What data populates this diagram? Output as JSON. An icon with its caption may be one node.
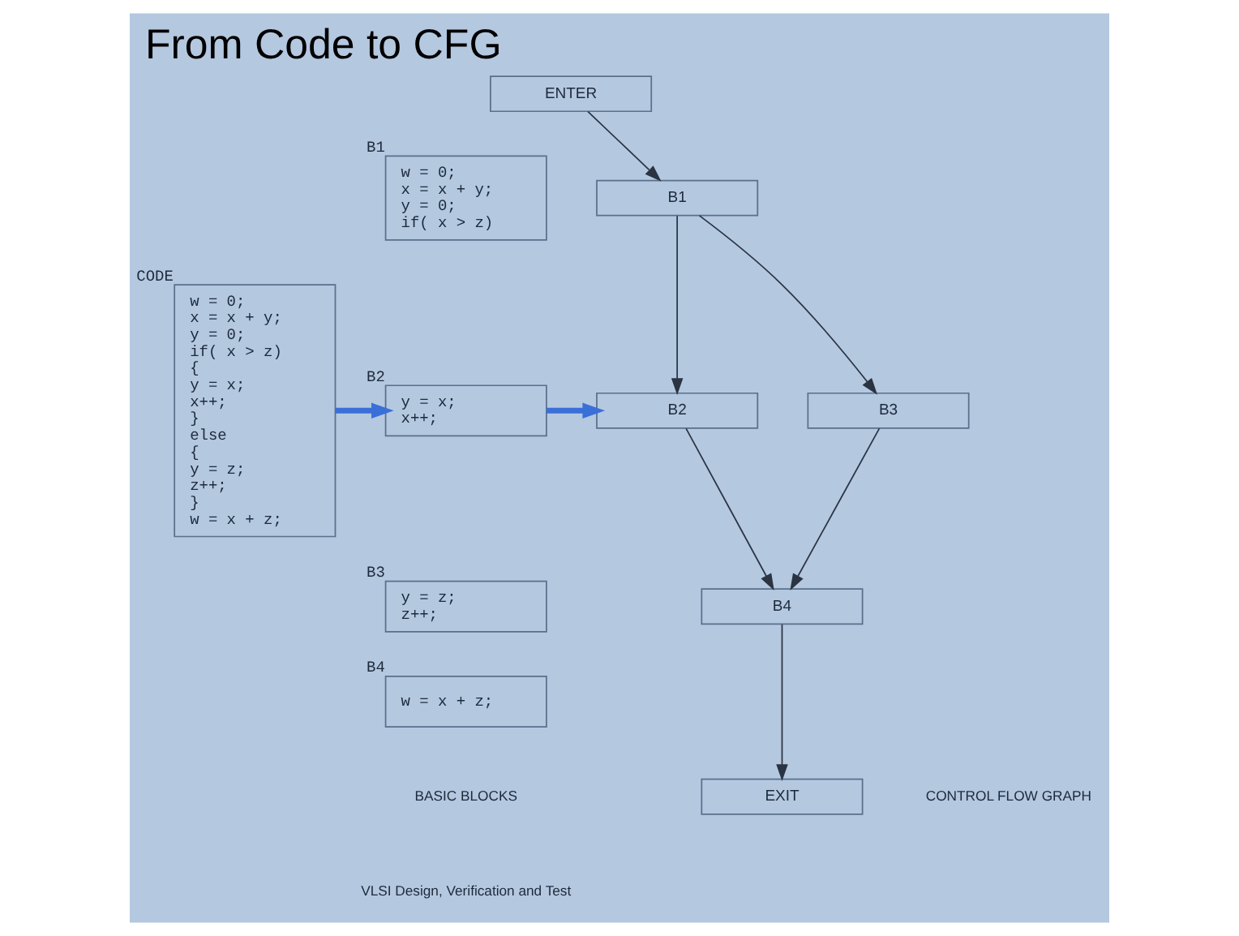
{
  "diagram": {
    "title": "From Code to CFG",
    "nodes": [
      {
        "text": [
          "w = 0;",
          "x = x + y;",
          "y = 0;",
          "if( x > z)",
          "{",
          "y = x;",
          "x++;",
          "}",
          "else",
          "{",
          "y = z;",
          "z++;",
          "}",
          "w = x + z;"
        ],
        "beside": [
          "CODE"
        ]
      },
      {
        "text": [
          "w = 0;",
          "x = x + y;",
          "y = 0;",
          "if( x > z)"
        ],
        "beside": [
          "B1"
        ]
      },
      {
        "text": [
          "y = x;",
          "x++;"
        ],
        "beside": [
          "B2"
        ]
      },
      {
        "text": [
          "y = z;",
          "z++;"
        ],
        "beside": [
          "B3"
        ]
      },
      {
        "text": [
          "w = x + z;"
        ],
        "beside": [
          "B4"
        ]
      },
      {
        "text": [
          "ENTER"
        ]
      },
      {
        "text": [
          "B1"
        ]
      },
      {
        "text": [
          "B2"
        ]
      },
      {
        "text": [
          "B3"
        ]
      },
      {
        "text": [
          "B4"
        ]
      },
      {
        "text": [
          "EXIT"
        ]
      }
    ],
    "edges": [
      {
        "from": 0,
        "to": 2,
        "arrow": "to",
        "style": "thick",
        "color": "#3a6fd8"
      },
      {
        "from": 2,
        "to": 7,
        "arrow": "to",
        "style": "thick",
        "color": "#3a6fd8"
      },
      {
        "from": 5,
        "to": 6,
        "arrow": "to"
      },
      {
        "from": 6,
        "to": 7,
        "arrow": "to"
      },
      {
        "from": 6,
        "to": 8,
        "arrow": "to"
      },
      {
        "from": 7,
        "to": 9,
        "arrow": "to"
      },
      {
        "from": 8,
        "to": 9,
        "arrow": "to"
      },
      {
        "from": 9,
        "to": 10,
        "arrow": "to"
      }
    ],
    "labels": [
      "BASIC BLOCKS",
      "CONTROL FLOW GRAPH",
      "VLSI Design, Verification and Test"
    ]
  }
}
